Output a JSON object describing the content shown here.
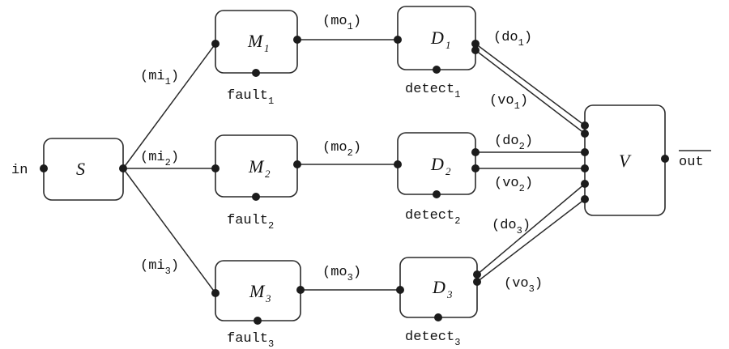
{
  "modules": {
    "S": {
      "letter": "S",
      "sub": ""
    },
    "M1": {
      "letter": "M",
      "sub": "1"
    },
    "M2": {
      "letter": "M",
      "sub": "2"
    },
    "M3": {
      "letter": "M",
      "sub": "3"
    },
    "D1": {
      "letter": "D",
      "sub": "1"
    },
    "D2": {
      "letter": "D",
      "sub": "2"
    },
    "D3": {
      "letter": "D",
      "sub": "3"
    },
    "V": {
      "letter": "V",
      "sub": ""
    }
  },
  "ports": {
    "in": "in",
    "out": "out",
    "fault": "fault",
    "detect": "detect"
  },
  "signals": {
    "mi": "mi",
    "mo": "mo",
    "do": "do",
    "vo": "vo",
    "i1": "1",
    "i2": "2",
    "i3": "3"
  }
}
